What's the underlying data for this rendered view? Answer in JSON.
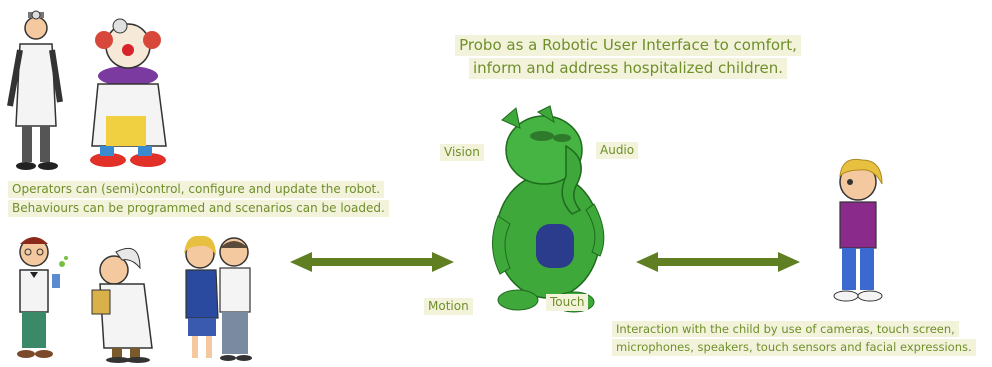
{
  "title": {
    "line1": "Probo as a Robotic User Interface to comfort,",
    "line2": "inform and address hospitalized children."
  },
  "operators_text": {
    "line1": "Operators can (semi)control, configure and update the robot.",
    "line2": "Behaviours can be programmed and scenarios can be loaded."
  },
  "child_text": {
    "line1": "Interaction with the child by use of cameras, touch screen,",
    "line2": "microphones, speakers, touch sensors and facial expressions."
  },
  "robot_labels": {
    "vision": "Vision",
    "audio": "Audio",
    "motion": "Motion",
    "touch": "Touch"
  },
  "colors": {
    "arrow": "#5f7f22",
    "robot": "#3ea83a",
    "touch_panel": "#2c3c8c",
    "text": "#6f8f2a",
    "highlight": "#f3f3dc"
  }
}
